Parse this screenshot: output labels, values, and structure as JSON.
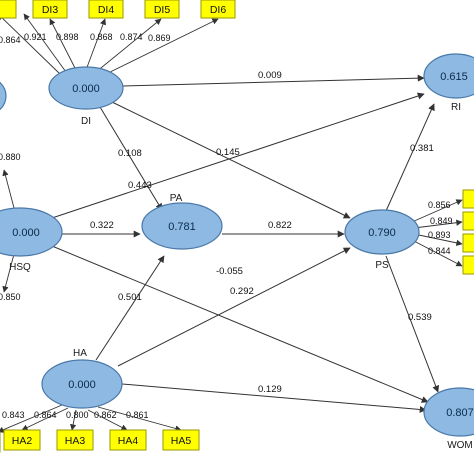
{
  "diagram": {
    "colors": {
      "construct_fill": "#8db9e2",
      "construct_stroke": "#4a78a8",
      "indicator_fill": "#ffff00",
      "indicator_stroke": "#9a9a00",
      "arrow": "#333333"
    },
    "constructs": {
      "di": {
        "value": "0.000",
        "name": "DI"
      },
      "hsq": {
        "value": "0.000",
        "name": "HSQ"
      },
      "pa": {
        "value": "0.781",
        "name": "PA"
      },
      "ps": {
        "value": "0.790",
        "name": "PS"
      },
      "ha": {
        "value": "0.000",
        "name": "HA"
      },
      "ri": {
        "value": "0.615",
        "name": "RI"
      },
      "wom": {
        "value": "0.807",
        "name": "WOM"
      }
    },
    "indicators": {
      "di": [
        "DI3",
        "DI4",
        "DI5",
        "DI6"
      ],
      "ha": [
        "HA2",
        "HA3",
        "HA4",
        "HA5"
      ]
    },
    "loadings": {
      "di": [
        "0.864",
        "0.921",
        "0.898",
        "0.868",
        "0.874",
        "0.869"
      ],
      "hsq": [
        "0.880",
        "0.850"
      ],
      "ps": [
        "0.856",
        "0.849",
        "0.893",
        "0.844"
      ],
      "ha": [
        "0.843",
        "0.864",
        "0.800",
        "0.862",
        "0.861"
      ]
    },
    "paths": {
      "di_ri": "0.009",
      "di_pa": "0.108",
      "di_ps": "0.145",
      "hsq_ri": "0.443",
      "hsq_pa": "0.322",
      "hsq_wom": "0.292",
      "pa_ps": "0.822",
      "ha_pa": "0.501",
      "ha_ps": "-0.055",
      "ha_wom": "0.129",
      "ps_ri": "0.381",
      "ps_wom": "0.539"
    }
  }
}
